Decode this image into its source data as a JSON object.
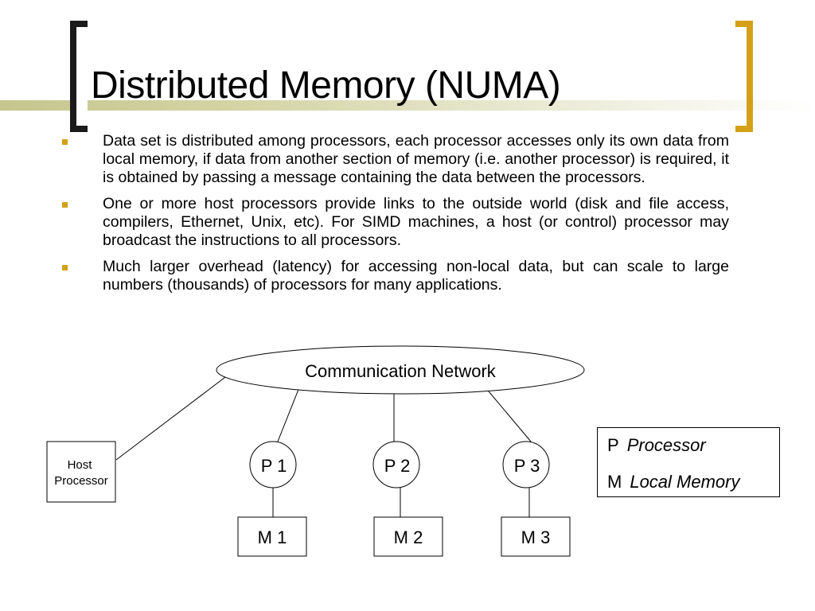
{
  "slide": {
    "title": "Distributed Memory (NUMA)",
    "bullets": [
      "Data set is distributed among processors, each processor accesses only its own data from local memory, if data from another section of memory (i.e. another processor) is required, it is obtained by passing a message containing the data between the processors.",
      "One or more host processors provide links to the outside world (disk and file access, compilers, Ethernet, Unix, etc). For SIMD machines, a host (or control) processor may broadcast the instructions to all processors.",
      "Much larger overhead (latency) for accessing non-local data, but can scale to large numbers (thousands) of processors for many applications."
    ]
  },
  "diagram": {
    "network_label": "Communication Network",
    "host_line1": "Host",
    "host_line2": "Processor",
    "processors": [
      "P 1",
      "P 2",
      "P 3"
    ],
    "memories": [
      "M 1",
      "M 2",
      "M 3"
    ]
  },
  "legend": {
    "rows": [
      {
        "key": "P",
        "value": "Processor"
      },
      {
        "key": "M",
        "value": "Local Memory"
      }
    ]
  },
  "colors": {
    "accent_gold": "#d4a017",
    "bracket_dark": "#1a1a1a",
    "title_band": "#c6c68e"
  }
}
